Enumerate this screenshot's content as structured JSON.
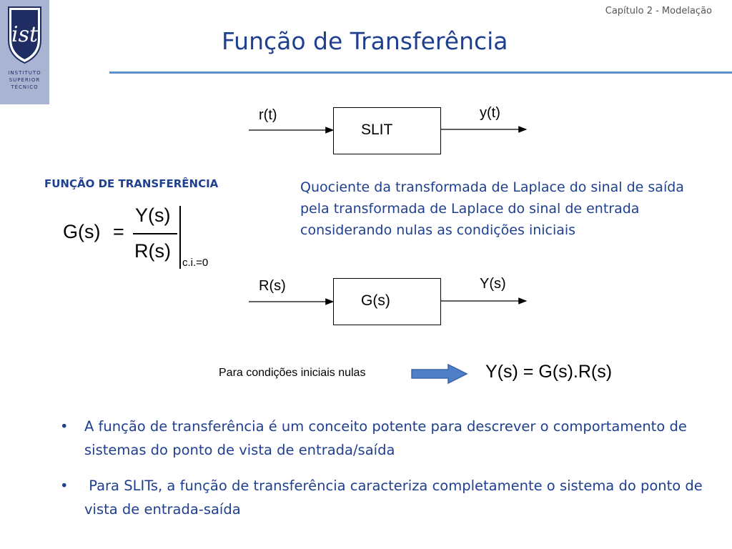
{
  "logo": {
    "text_lines": [
      "INSTITUTO",
      "SUPERIOR",
      "TÉCNICO"
    ],
    "icon": "ist-shield-icon"
  },
  "header": {
    "chapter": "Capítulo 2 - Modelação",
    "title": "Função de Transferência"
  },
  "diagram_top": {
    "input_signal": "r(t)",
    "block_label": "SLIT",
    "output_signal": "y(t)"
  },
  "section": {
    "heading": "FUNÇÃO DE TRANSFERÊNCIA",
    "definition": "Quociente da transformada de Laplace do sinal de saída pela transformada de Laplace do sinal de entrada considerando nulas as condições iniciais"
  },
  "formula": {
    "lhs": "G(s)",
    "equals": "=",
    "numerator": "Y(s)",
    "denominator": "R(s)",
    "subscript": "c.i.=0"
  },
  "diagram_bottom": {
    "input_signal": "R(s)",
    "block_label": "G(s)",
    "output_signal": "Y(s)"
  },
  "relation": {
    "condition_label": "Para condições iniciais nulas",
    "equation": "Y(s) = G(s).R(s)",
    "arrow_color": "#4f7fc6"
  },
  "bullets": [
    "A função de transferência é um conceito potente para descrever o comportamento de sistemas do ponto de vista de entrada/saída",
    " Para SLITs, a função de transferência caracteriza completamente o sistema do ponto de vista de entrada-saída"
  ],
  "bullet_glyph": "•",
  "colors": {
    "title": "#1f3f8f",
    "rule": "#5b8fd2",
    "logo_bg": "#a9b3d2"
  }
}
